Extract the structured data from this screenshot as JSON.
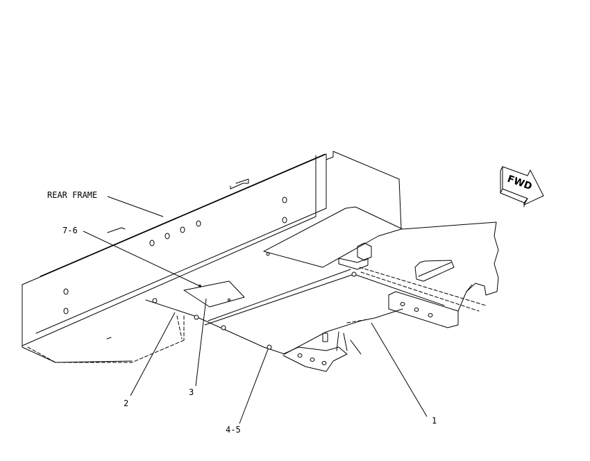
{
  "labels": {
    "rear_frame": "REAR FRAME",
    "part_7_6": "7-6",
    "part_2": "2",
    "part_3": "3",
    "part_4_5": "4-5",
    "part_1": "1"
  },
  "direction_arrow": {
    "text": "FWD"
  },
  "colors": {
    "line": "#000000",
    "background": "#ffffff"
  }
}
